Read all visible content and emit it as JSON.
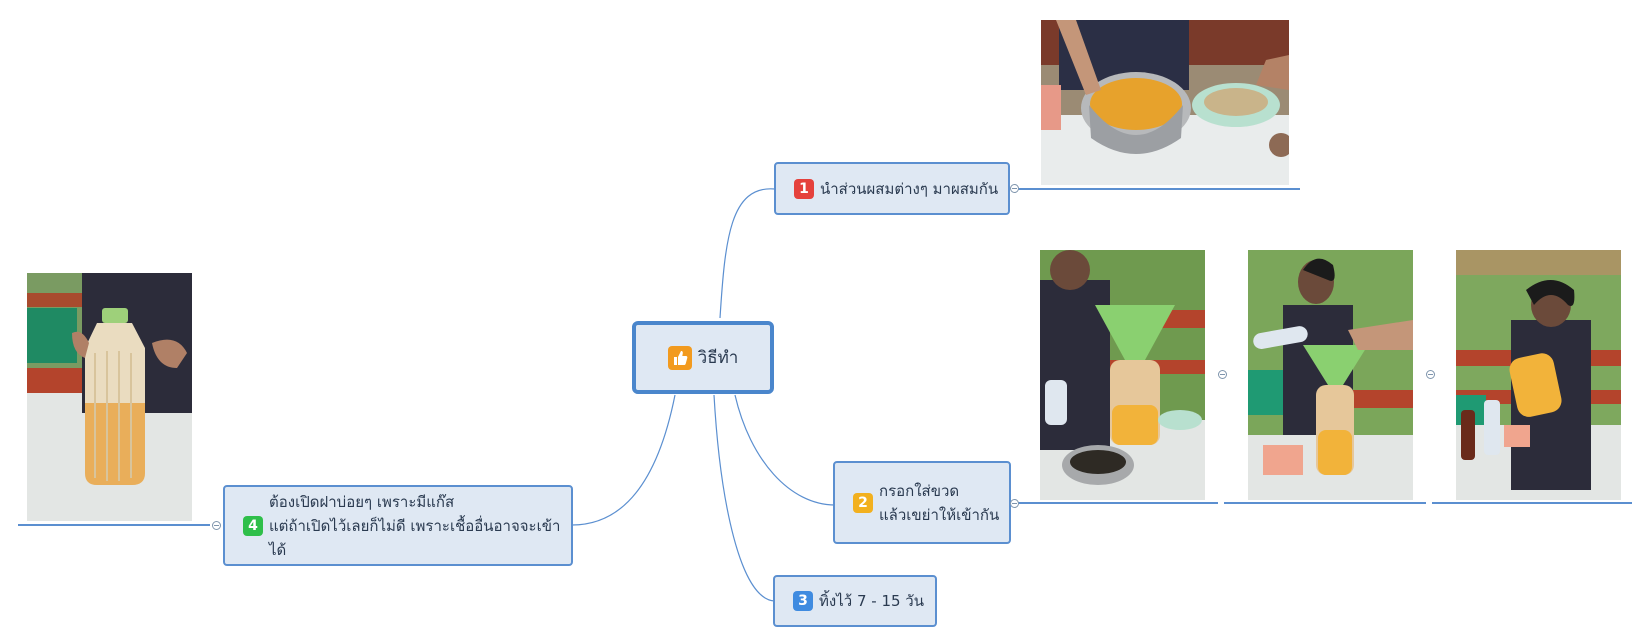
{
  "central": {
    "label": "วิธีทำ",
    "icon": "thumbs-up-icon",
    "icon_color": "#f29a1e"
  },
  "topics": [
    {
      "number": "1",
      "label": "นำส่วนผสมต่างๆ มาผสมกัน",
      "badge_color": "#e5413c"
    },
    {
      "number": "2",
      "line1": "กรอกใส่ขวด",
      "line2": "แล้วเขย่าให้เข้ากัน",
      "badge_color": "#f2b01e"
    },
    {
      "number": "3",
      "label": "ทิ้งไว้ 7 - 15 วัน",
      "badge_color": "#3f8be0"
    },
    {
      "number": "4",
      "line1": "ต้องเปิดฝาบ่อยๆ เพราะมีแก๊ส",
      "line2": "แต่ถ้าเปิดไว้เลยก็ไม่ดี เพราะเชื้ออื่นอาจจะเข้าได้",
      "badge_color": "#2fbf4a"
    }
  ],
  "colors": {
    "node_fill": "#dfe8f3",
    "node_border": "#5b8fd0",
    "edge": "#5b8fd0"
  }
}
